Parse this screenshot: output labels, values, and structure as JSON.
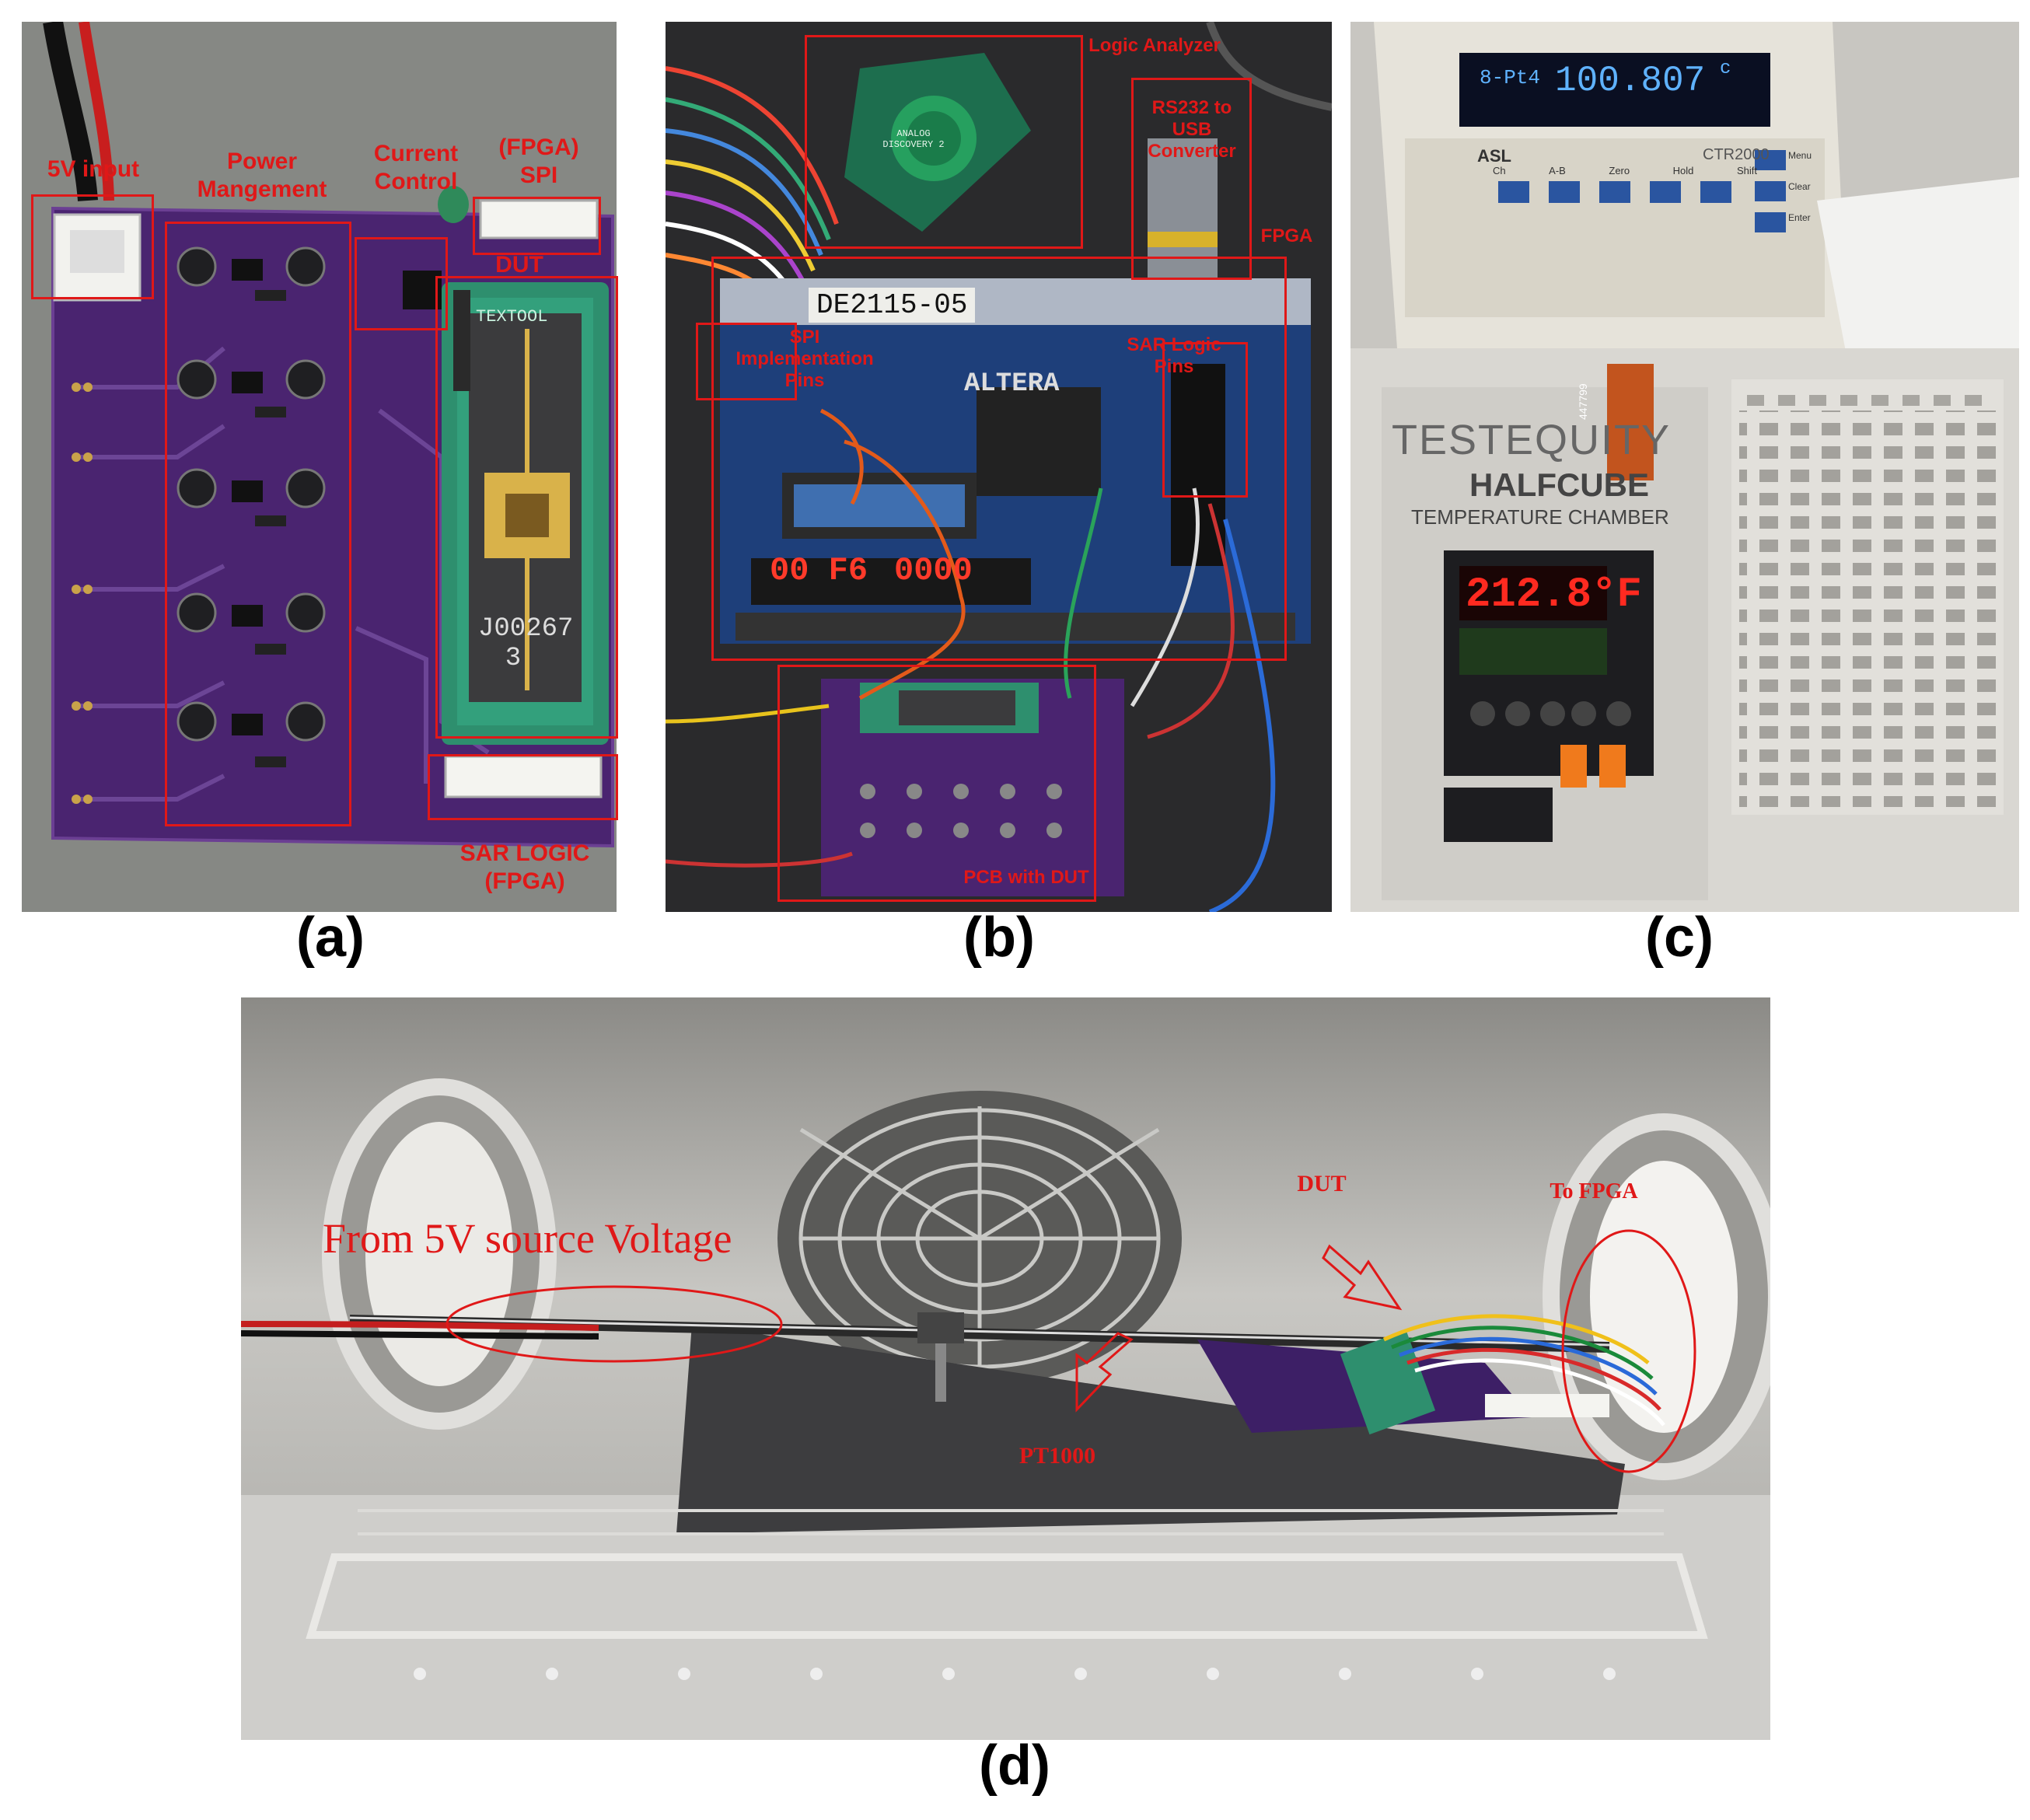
{
  "captions": {
    "a": "(a)",
    "b": "(b)",
    "c": "(c)",
    "d": "(d)"
  },
  "panel_a": {
    "labels": {
      "five_v_input": "5V input",
      "power_management": "Power\nMangement",
      "current_control": "Current\nControl",
      "fpga_spi": "(FPGA)\nSPI",
      "dut": "DUT",
      "sar_logic": "SAR LOGIC\n(FPGA)"
    },
    "socket_text": "TEXTOOL",
    "chip_marking": "J00267\n3"
  },
  "panel_b": {
    "labels": {
      "logic_analyzer": "Logic Analyzer",
      "rs232": "RS232 to\nUSB\nConverter",
      "fpga": "FPGA",
      "spi_pins": "SPI\nImplementation\nPins",
      "sar_pins": "SAR Logic\nPins",
      "pcb_dut": "PCB with DUT"
    },
    "board_tag": "DE2115-05",
    "board_brand": "ALTERA",
    "seven_seg_left": "00 F6",
    "seven_seg_right": "0000",
    "analyzer_brand": "ANALOG DISCOVERY 2"
  },
  "panel_c": {
    "meter_channel": "8-Pt4",
    "meter_reading": "100.807",
    "meter_unit": "c",
    "meter_brand": "ASL",
    "meter_model": "CTR2000",
    "buttons": [
      "Ch",
      "A-B",
      "Zero",
      "Hold",
      "Shift"
    ],
    "side_buttons": [
      "Menu",
      "Clear",
      "Enter"
    ],
    "chamber_brand": "TESTEQUITY",
    "chamber_model": "HALFCUBE",
    "chamber_sub": "TEMPERATURE CHAMBER",
    "controller_reading": "212.8°F",
    "sticker": "447799"
  },
  "panel_d": {
    "labels": {
      "source": "From 5V source Voltage",
      "dut": "DUT",
      "to_fpga": "To FPGA",
      "pt1000": "PT1000"
    }
  },
  "colors": {
    "annotation_red": "#e01818",
    "pcb_purple": "#4a2470",
    "socket_green": "#2e8f6e",
    "chamber_grey": "#d9d7d2",
    "steel": "#b9b9b6"
  }
}
